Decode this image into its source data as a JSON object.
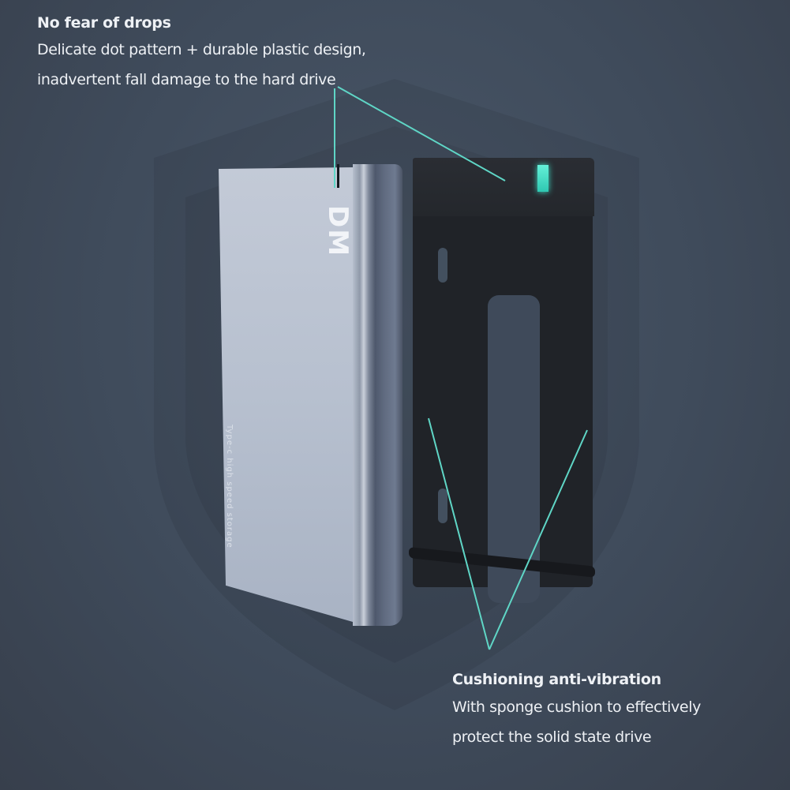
{
  "background_color": "#3f4b5b",
  "accent_color": "#5fd6c6",
  "top_callout": {
    "title": "No fear of drops",
    "lines": [
      "Delicate dot pattern + durable plastic design,",
      "inadvertent fall damage to the hard drive"
    ]
  },
  "bottom_callout": {
    "title": "Cushioning anti-vibration",
    "lines": [
      "With sponge cushion to effectively",
      "protect the solid state drive"
    ]
  },
  "product": {
    "logo": "DM",
    "tagline": "Type-c high speed storage",
    "drive_color": "#b7c0cf",
    "caddy_color": "#22252a",
    "led_color": "#4fe6cf"
  },
  "background_icon": "shield-icon"
}
